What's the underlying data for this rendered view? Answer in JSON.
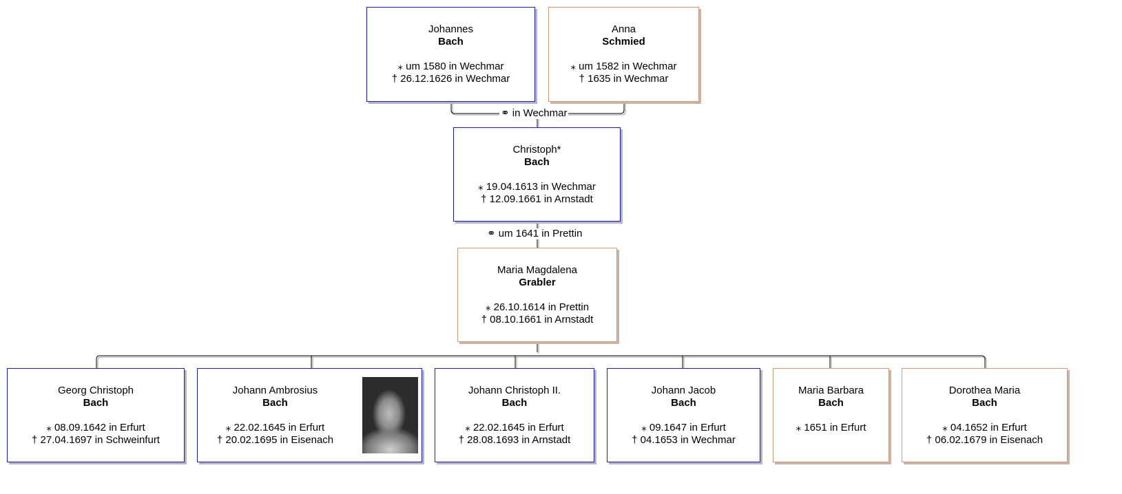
{
  "persons": {
    "johannes": {
      "first": "Johannes",
      "last": "Bach",
      "birth": "⁎ um 1580 in Wechmar",
      "death": "†  26.12.1626 in Wechmar"
    },
    "anna": {
      "first": "Anna",
      "last": "Schmied",
      "birth": "⁎ um 1582 in Wechmar",
      "death": "†  1635 in Wechmar"
    },
    "christoph": {
      "first": "Christoph*",
      "last": "Bach",
      "birth": "⁎  19.04.1613 in Wechmar",
      "death": "†  12.09.1661 in Arnstadt"
    },
    "maria_magdalena": {
      "first": "Maria Magdalena",
      "last": "Grabler",
      "birth": "⁎  26.10.1614 in Prettin",
      "death": "†  08.10.1661 in Arnstadt"
    }
  },
  "marriages": {
    "parents": "⚭ in Wechmar",
    "main": "⚭ um 1641 in Prettin"
  },
  "children": [
    {
      "first": "Georg Christoph",
      "last": "Bach",
      "birth": "⁎  08.09.1642 in Erfurt",
      "death": "†  27.04.1697 in Schweinfurt"
    },
    {
      "first": "Johann Ambrosius",
      "last": "Bach",
      "birth": "⁎  22.02.1645 in Erfurt",
      "death": "†  20.02.1695 in Eisenach"
    },
    {
      "first": "Johann Christoph II.",
      "last": "Bach",
      "birth": "⁎  22.02.1645 in Erfurt",
      "death": "†  28.08.1693 in Arnstadt"
    },
    {
      "first": "Johann Jacob",
      "last": "Bach",
      "birth": "⁎  09.1647 in Erfurt",
      "death": "†  04.1653 in Wechmar"
    },
    {
      "first": "Maria Barbara",
      "last": "Bach",
      "birth": "⁎  1651 in Erfurt"
    },
    {
      "first": "Dorothea Maria",
      "last": "Bach",
      "birth": "⁎  04.1652 in Erfurt",
      "death": "†  06.02.1679 in Eisenach"
    }
  ]
}
